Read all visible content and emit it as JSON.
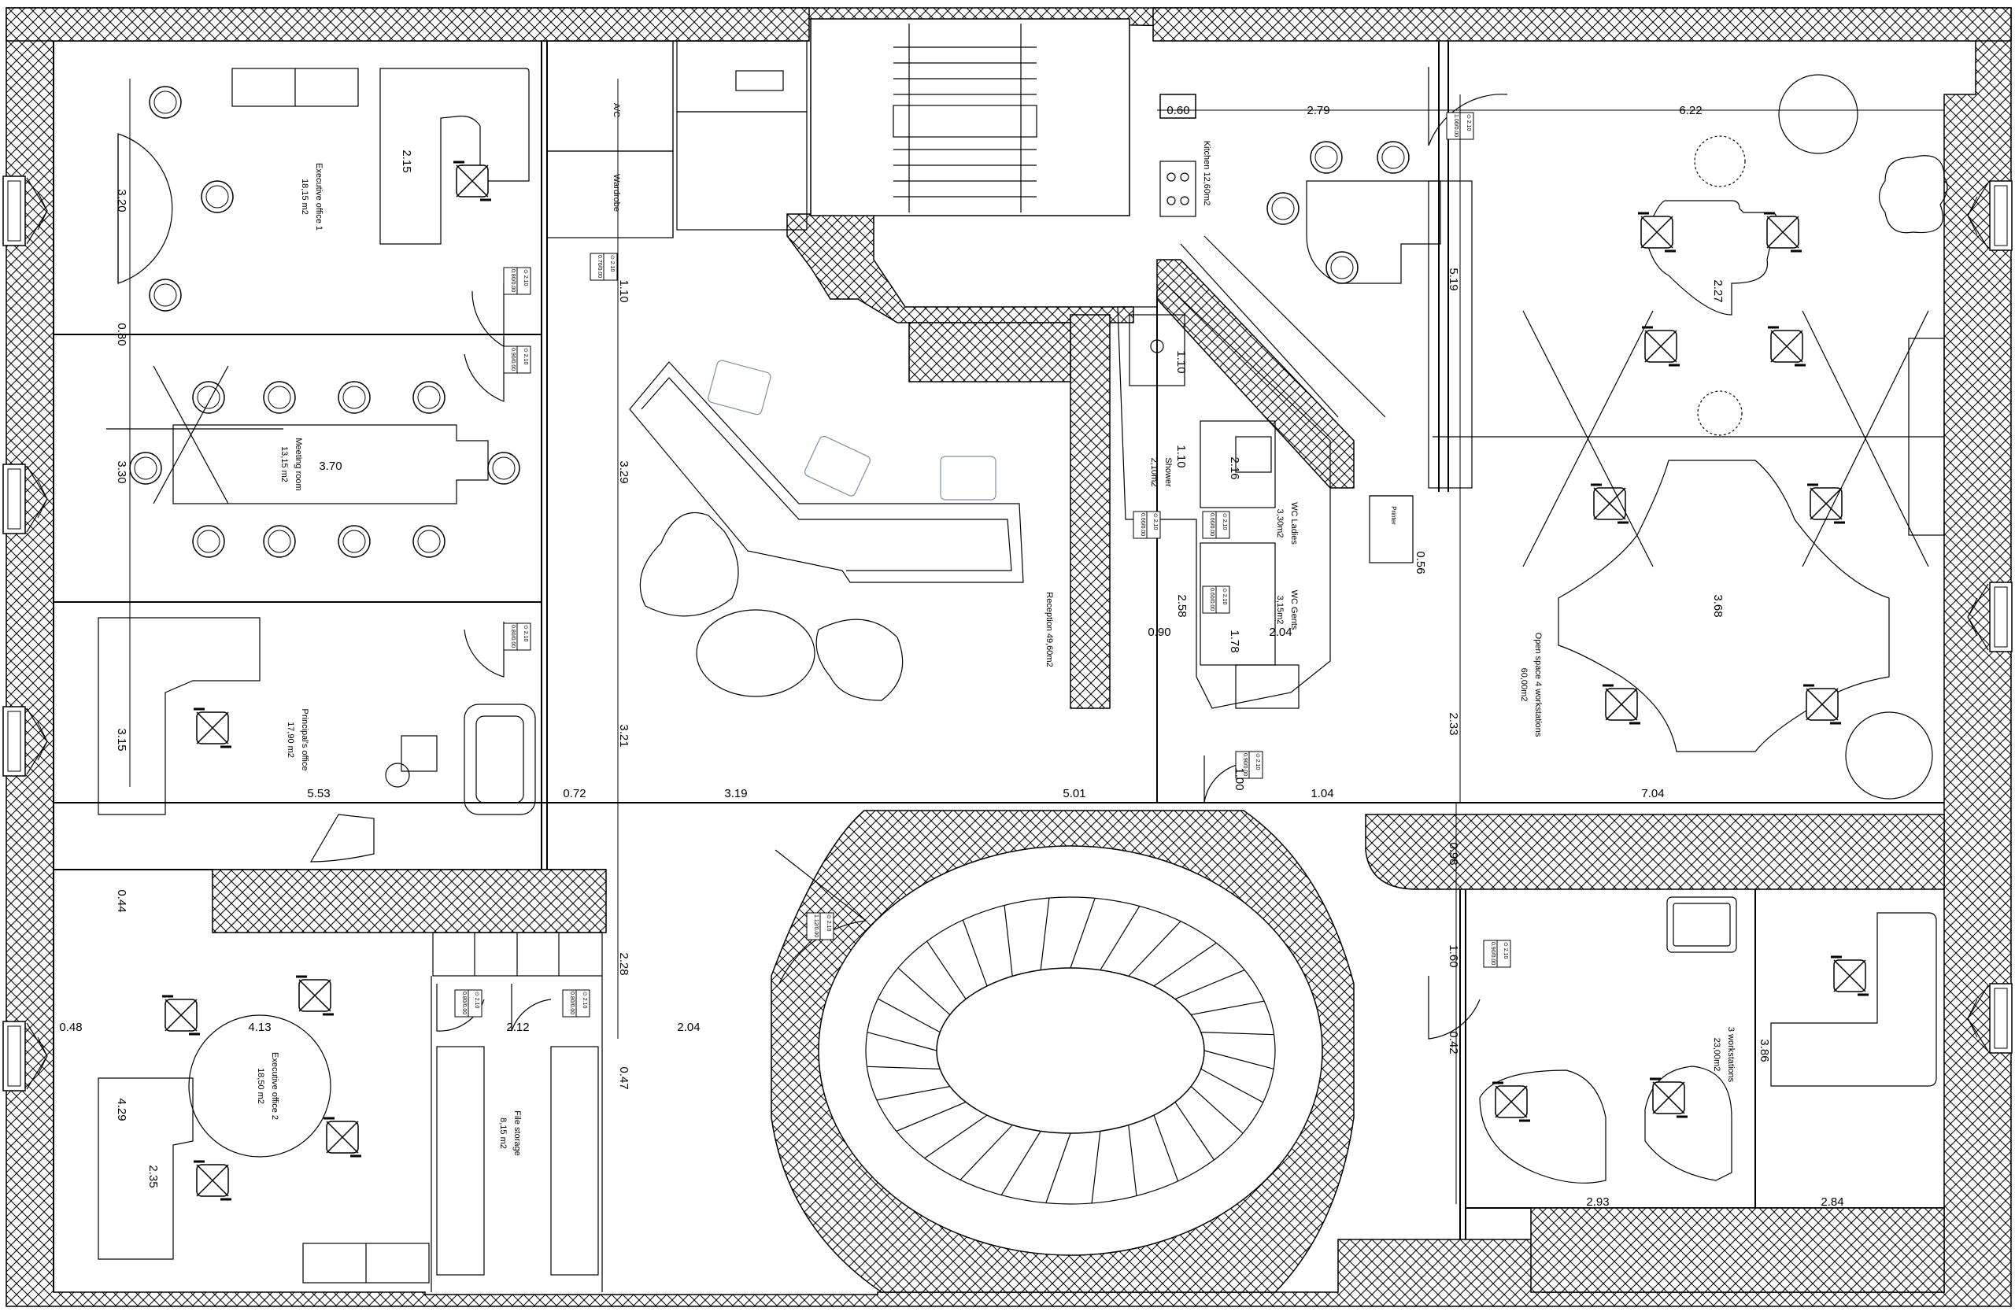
{
  "rooms": {
    "executive_office_1": {
      "name": "Executive office 1",
      "area": "18,15 m2"
    },
    "meeting_room": {
      "name": "Meeting room",
      "area": "13,15 m2"
    },
    "principals_office": {
      "name": "Principal's office",
      "area": "17,90 m2"
    },
    "executive_office_2": {
      "name": "Executive office 2",
      "area": "18,50 m2"
    },
    "file_storage": {
      "name": "File storage",
      "area": "8,15 m2"
    },
    "ac": {
      "name": "A/C"
    },
    "wardrobe": {
      "name": "Wardrobe"
    },
    "reception": {
      "name": "Reception 49,60m2"
    },
    "shower": {
      "name": "Shower",
      "area": "2,10m2"
    },
    "wc_ladies": {
      "name": "WC Ladies",
      "area": "3,30m2"
    },
    "wc_gents": {
      "name": "WC Gents",
      "area": "3,15m2"
    },
    "kitchen": {
      "name": "Kitchen 12,60m2"
    },
    "printer": {
      "name": "Printer"
    },
    "open_space": {
      "name": "Open space 4 workstations",
      "area": "60,00m2"
    },
    "three_workstations": {
      "name": "3 workstations",
      "area": "23,00m2"
    }
  },
  "dimensions": {
    "ex1_height": "3.20",
    "ex1_desk": "2.15",
    "gap_080": "0.80",
    "meeting_height": "3.30",
    "meeting_width": "3.70",
    "principal_height": "3.15",
    "span_553": "5.53",
    "span_072": "0.72",
    "span_319": "3.19",
    "span_501": "5.01",
    "span_104": "1.04",
    "span_704": "7.04",
    "span_622": "6.22",
    "span_279": "2.79",
    "kitchen_060": "0.60",
    "kitchen_519": "5.19",
    "openspace_227": "2.27",
    "openspace_368": "3.68",
    "reception_329": "3.29",
    "reception_321": "3.21",
    "wardrobe_110": "1.10",
    "shower_110a": "1.10",
    "shower_110b": "1.10",
    "wc_216": "2.16",
    "wc_258": "2.58",
    "wc_090": "0.90",
    "wc_178": "1.78",
    "wc_204": "2.04",
    "wc_056": "0.56",
    "door_100": "1.00",
    "span_233": "2.33",
    "span_044": "0.44",
    "span_228": "2.28",
    "span_048": "0.48",
    "span_413": "4.13",
    "span_429": "4.29",
    "span_235": "2.35",
    "span_212": "2.12",
    "span_204b": "2.04",
    "span_047": "0.47",
    "span_098": "0.98",
    "span_160": "1.60",
    "span_042": "0.42",
    "span_386": "3.86",
    "span_293": "2.93",
    "span_284": "2.84"
  },
  "door_tags": {
    "d210": "⊙ 2.10",
    "d0900": "0.90/0.00",
    "d0800": "0.80/0.00",
    "d0700": "0.70/0.00",
    "d0600": "0.60/0.00",
    "d1000": "1.00/0.00",
    "d1120": "1.12/0.00"
  }
}
